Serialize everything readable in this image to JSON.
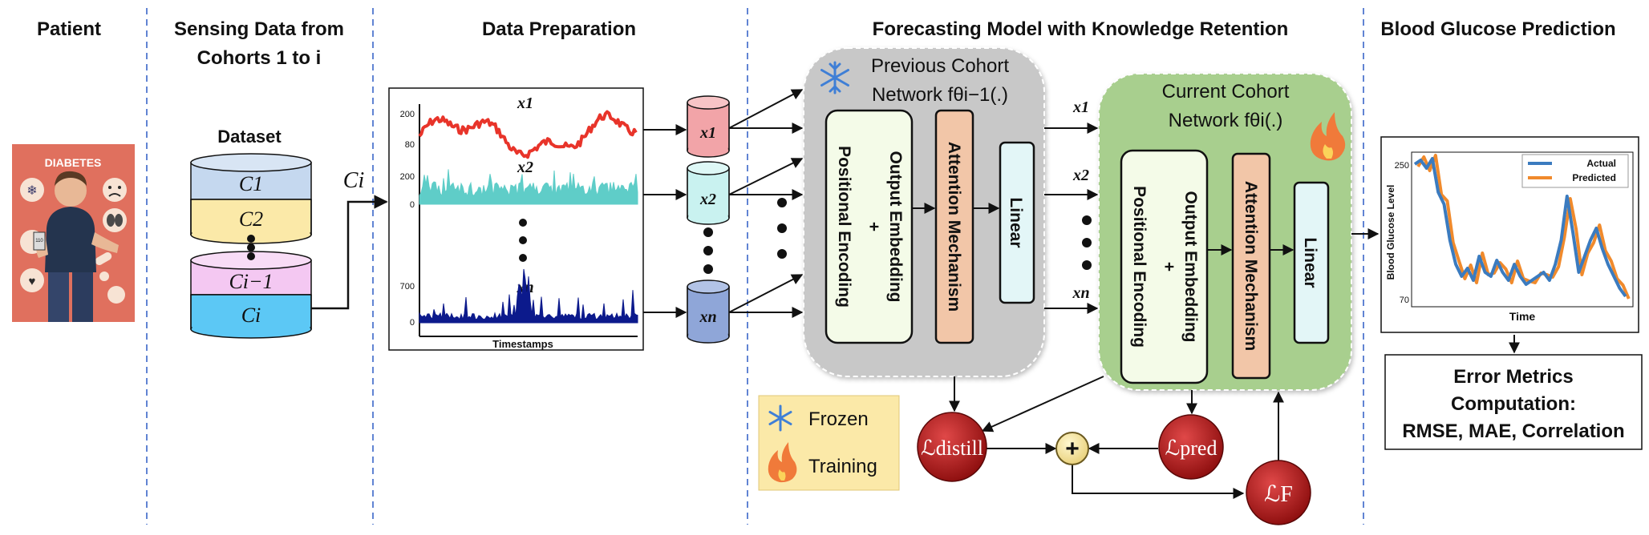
{
  "sections": {
    "patient": "Patient",
    "sensing_line1": "Sensing Data from",
    "sensing_line2": "Cohorts 1 to i",
    "data_prep": "Data Preparation",
    "forecasting": "Forecasting Model with Knowledge Retention",
    "bg_prediction": "Blood Glucose Prediction"
  },
  "patient_card": {
    "title": "DIABETES",
    "device_label": "110"
  },
  "dataset": {
    "title": "Dataset",
    "cohorts": [
      "C1",
      "C2",
      "Ci−1",
      "Ci"
    ],
    "cohort_colors": [
      "#c5d8ef",
      "#fbe9a8",
      "#f4c8f2",
      "#5cc8f5"
    ],
    "arrow_label": "Ci"
  },
  "data_panel": {
    "series": [
      {
        "label": "x1",
        "ticks": [
          "200",
          "80"
        ],
        "color": "#e8342a"
      },
      {
        "label": "x2",
        "ticks": [
          "200",
          "0"
        ],
        "color": "#5fcdc8"
      },
      {
        "label": "xn",
        "ticks": [
          "700",
          "0"
        ],
        "color": "#0c1a8c"
      }
    ],
    "xlabel": "Timestamps"
  },
  "inputs": {
    "x1": {
      "label": "x1",
      "color": "#f2a4a8"
    },
    "x2": {
      "label": "x2",
      "color": "#c9f2f0"
    },
    "xn": {
      "label": "xn",
      "color": "#8fa6d8"
    }
  },
  "previous_network": {
    "title_line1": "Previous Cohort",
    "title_line2": "Network fθi−1(.)",
    "embedding_line1": "Output  Embedding",
    "embedding_plus": "+",
    "embedding_line2": "Positional Encoding",
    "attention": "Attention  Mechanism",
    "linear": "Linear",
    "icon": "snowflake-icon"
  },
  "current_network": {
    "title_line1": "Current Cohort",
    "title_line2": "Network fθi(.)",
    "embedding_line1": "Output  Embedding",
    "embedding_plus": "+",
    "embedding_line2": "Positional Encoding",
    "attention": "Attention  Mechanism",
    "linear": "Linear",
    "icon": "flame-icon"
  },
  "flow_labels": {
    "x1": "x1",
    "x2": "x2",
    "xn": "xn"
  },
  "legend": {
    "frozen": "Frozen",
    "training": "Training"
  },
  "losses": {
    "distill": "ℒdistill",
    "pred": "ℒpred",
    "final": "ℒF",
    "plus": "+"
  },
  "prediction_chart": {
    "ylabel": "Blood Glucose Level",
    "xlabel": "Time",
    "yticks": [
      "250",
      "70"
    ],
    "legend": [
      "Actual",
      "Predicted"
    ],
    "colors": [
      "#3b7bbf",
      "#f08a2c"
    ]
  },
  "metrics": {
    "line1": "Error Metrics",
    "line2": "Computation:",
    "line3": "RMSE, MAE, Correlation"
  },
  "colors": {
    "divider": "#3a66c8",
    "gray_box": "#c8c8c8",
    "green_box": "#a8cf8e",
    "attention": "#f2c6a8",
    "linear": "#e3f6f7",
    "embed": "#f4fbe8",
    "loss": "#b01818",
    "legend_bg": "#fbe9a8"
  }
}
